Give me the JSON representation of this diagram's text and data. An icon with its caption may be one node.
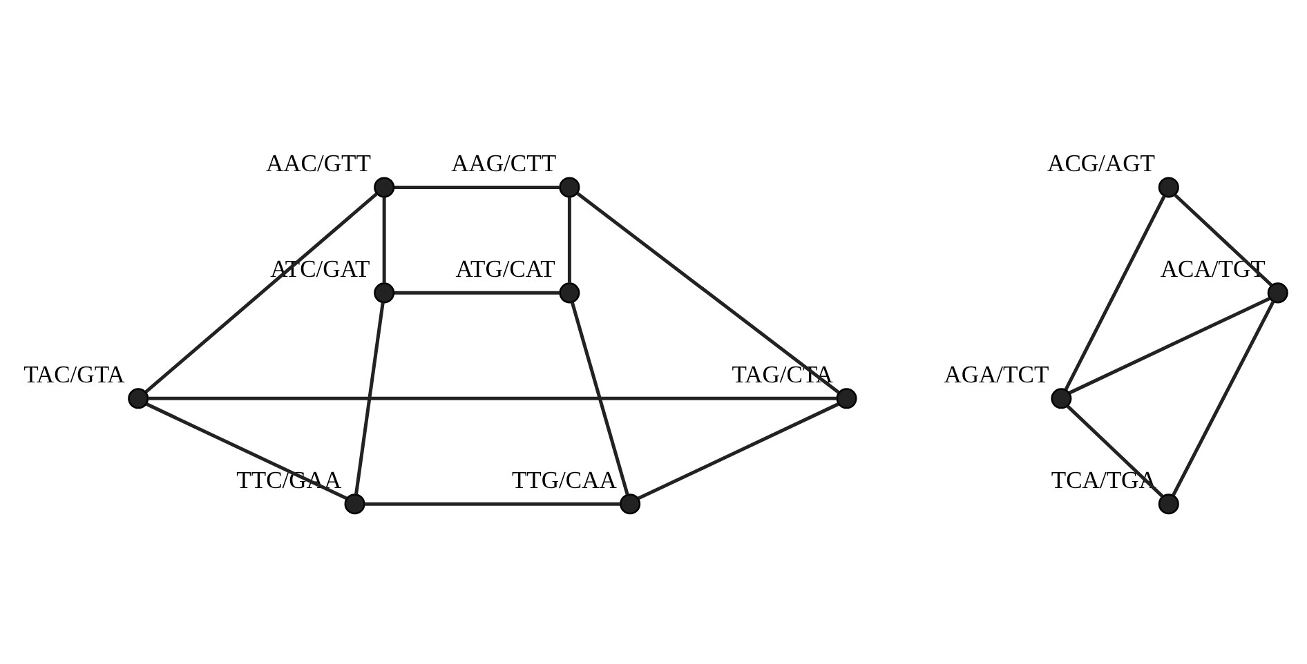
{
  "diagram": {
    "nodes": [
      {
        "text": [],
        "shape": "circle",
        "beside": [
          "AAC/GTT"
        ]
      },
      {
        "text": [],
        "shape": "circle",
        "beside": [
          "AAG/CTT"
        ]
      },
      {
        "text": [],
        "shape": "circle",
        "beside": [
          "ACG/AGT"
        ]
      },
      {
        "text": [],
        "shape": "circle",
        "beside": [
          "ACA/TGT"
        ]
      },
      {
        "text": [],
        "shape": "circle",
        "beside": [
          "ATC/GAT"
        ]
      },
      {
        "text": [],
        "shape": "circle",
        "beside": [
          "ATG/CAT"
        ]
      },
      {
        "text": [],
        "shape": "circle",
        "beside": [
          "TAC/GTA"
        ]
      },
      {
        "text": [],
        "shape": "circle",
        "beside": [
          "TAG/CTA"
        ]
      },
      {
        "text": [],
        "shape": "circle",
        "beside": [
          "AGA/TCT"
        ]
      },
      {
        "text": [],
        "shape": "circle",
        "beside": [
          "TTC/GAA"
        ]
      },
      {
        "text": [],
        "shape": "circle",
        "beside": [
          "TTG/CAA"
        ]
      },
      {
        "text": [],
        "shape": "circle",
        "beside": [
          "TCA/TGA"
        ]
      }
    ],
    "edges": [
      {
        "from": 0,
        "to": 1,
        "arrow": "none"
      },
      {
        "from": 0,
        "to": 4,
        "arrow": "none"
      },
      {
        "from": 1,
        "to": 5,
        "arrow": "none"
      },
      {
        "from": 4,
        "to": 5,
        "arrow": "none"
      },
      {
        "from": 6,
        "to": 7,
        "arrow": "none"
      },
      {
        "from": 6,
        "to": 9,
        "arrow": "none"
      },
      {
        "from": 7,
        "to": 10,
        "arrow": "none"
      },
      {
        "from": 9,
        "to": 10,
        "arrow": "none"
      },
      {
        "from": 0,
        "to": 6,
        "arrow": "none"
      },
      {
        "from": 1,
        "to": 7,
        "arrow": "none"
      },
      {
        "from": 4,
        "to": 9,
        "arrow": "none"
      },
      {
        "from": 5,
        "to": 10,
        "arrow": "none"
      },
      {
        "from": 2,
        "to": 3,
        "arrow": "none"
      },
      {
        "from": 2,
        "to": 8,
        "arrow": "none"
      },
      {
        "from": 3,
        "to": 8,
        "arrow": "none"
      },
      {
        "from": 3,
        "to": 11,
        "arrow": "none"
      },
      {
        "from": 11,
        "to": 8,
        "arrow": "none"
      }
    ]
  }
}
